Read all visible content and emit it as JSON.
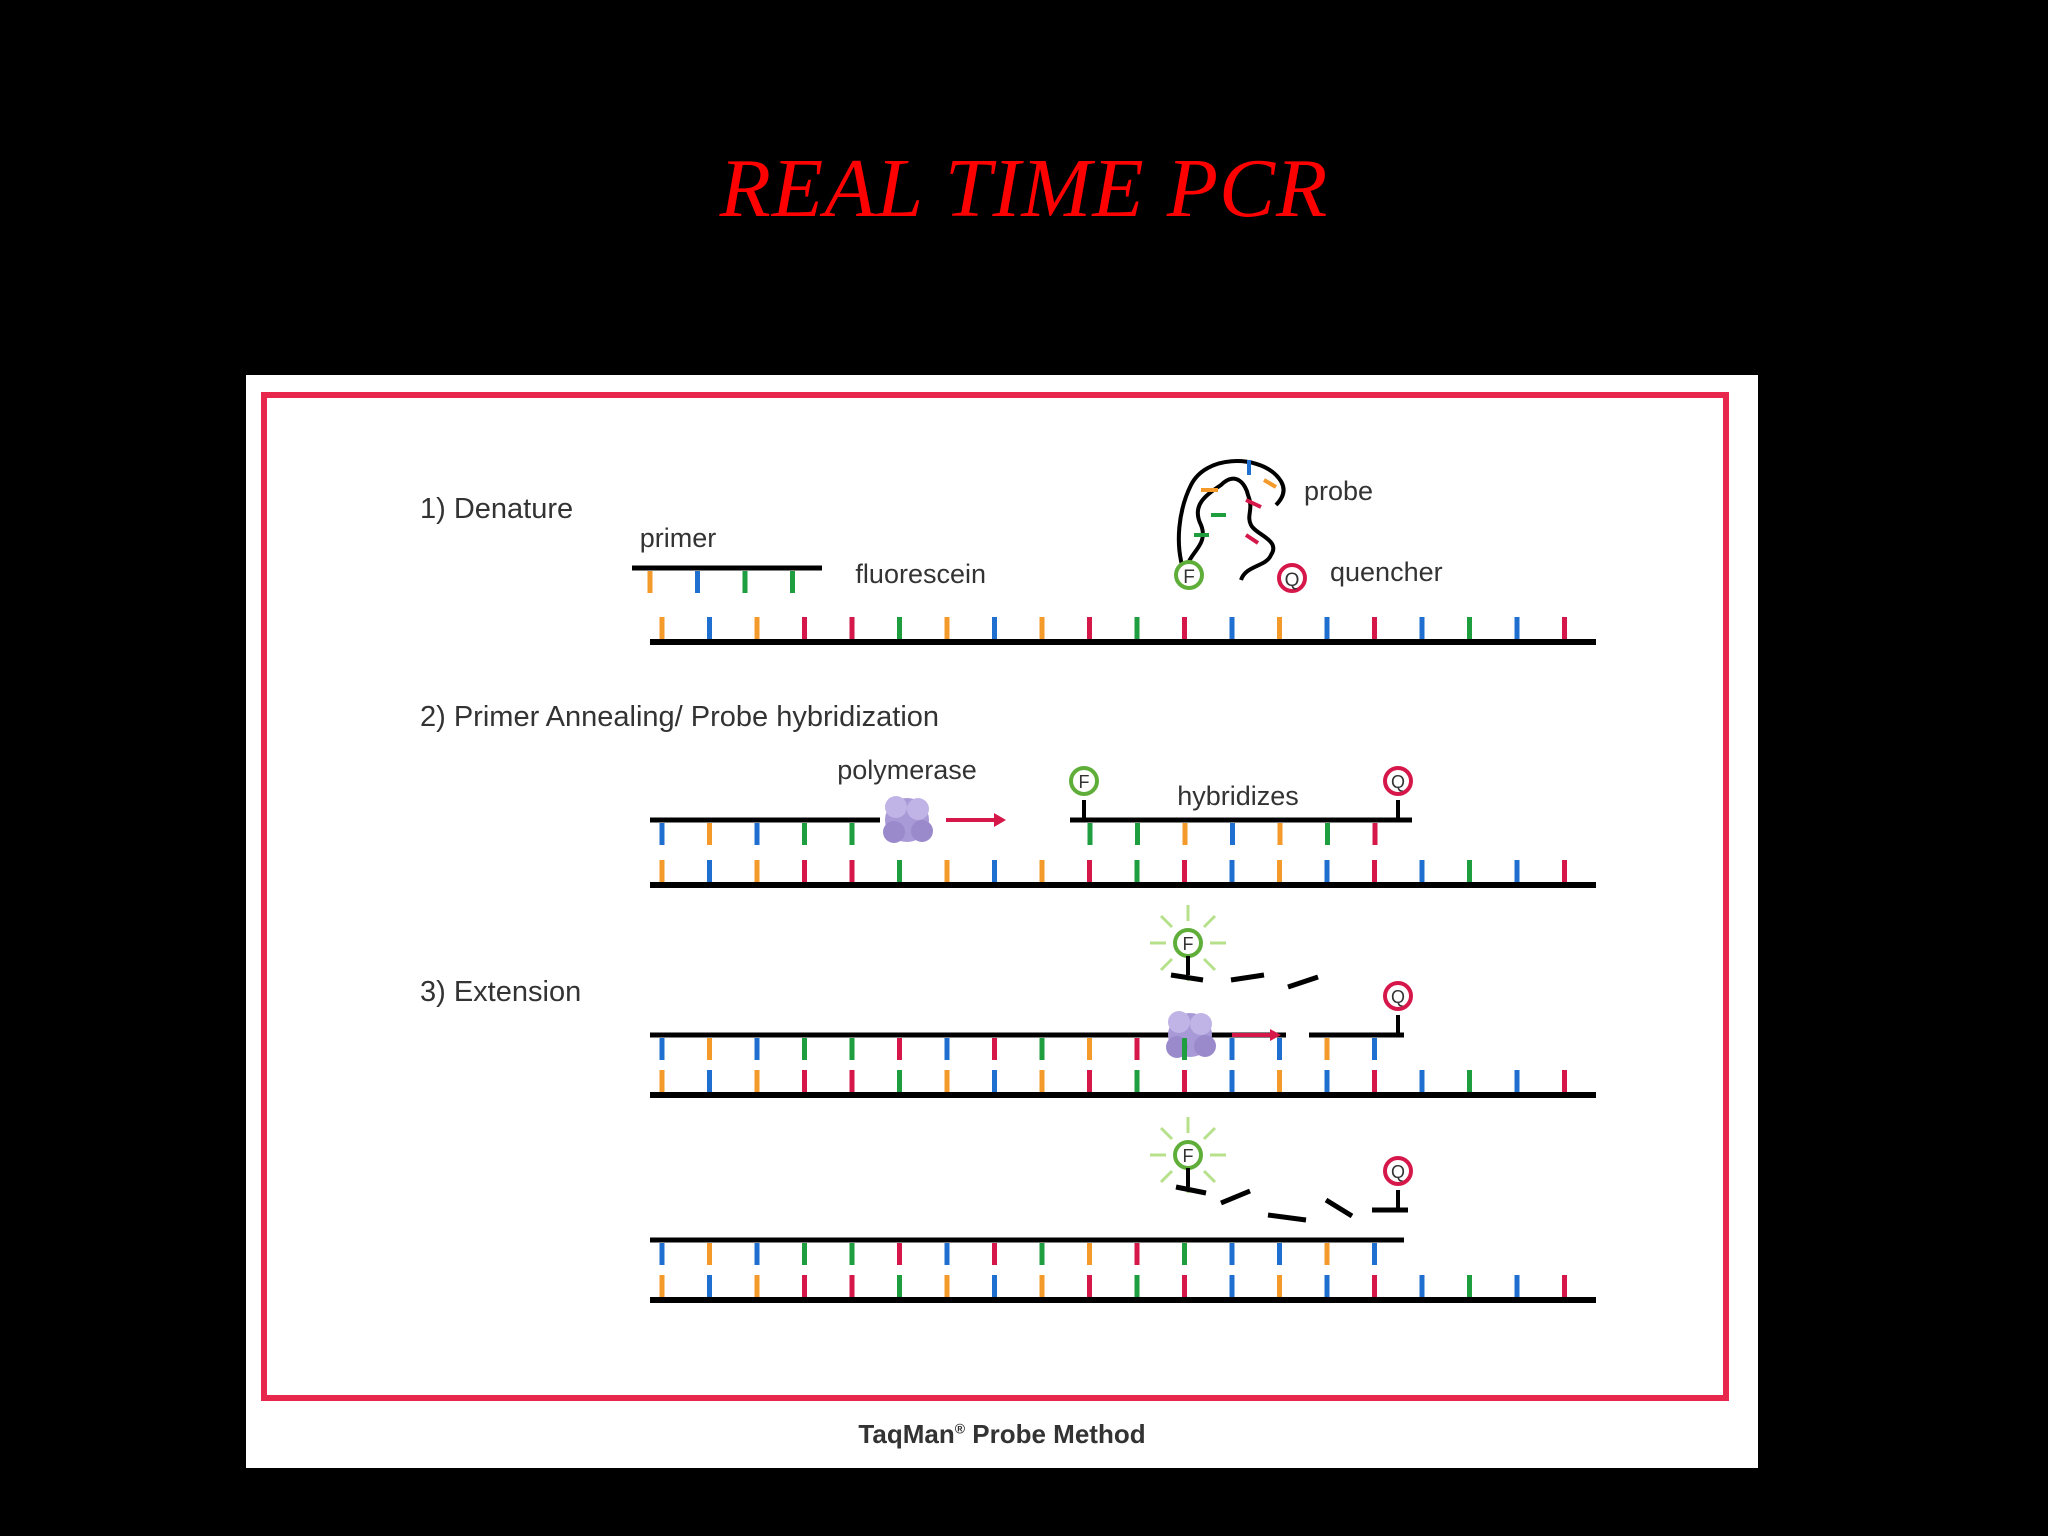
{
  "slide": {
    "title": "REAL TIME PCR"
  },
  "figure": {
    "steps": {
      "denature": "1) Denature",
      "annealing": "2) Primer Annealing/ Probe hybridization",
      "extension": "3) Extension"
    },
    "labels": {
      "primer": "primer",
      "probe": "probe",
      "fluorescein": "fluorescein",
      "quencher": "quencher",
      "polymerase": "polymerase",
      "hybridizes": "hybridizes",
      "fluor_letter": "F",
      "quench_letter": "Q"
    },
    "caption_main": "TaqMan",
    "caption_mark": "®",
    "caption_rest": " Probe Method"
  },
  "colors": {
    "title": "#ff0000",
    "frame": "#e8274d",
    "base_orange": "#f39a2a",
    "base_blue": "#1f6fd1",
    "base_green": "#1e9e3e",
    "base_red": "#d6174a",
    "polymerase": "#a89ad6",
    "fluorescein": "#5fae3a",
    "quencher": "#d6174a"
  }
}
